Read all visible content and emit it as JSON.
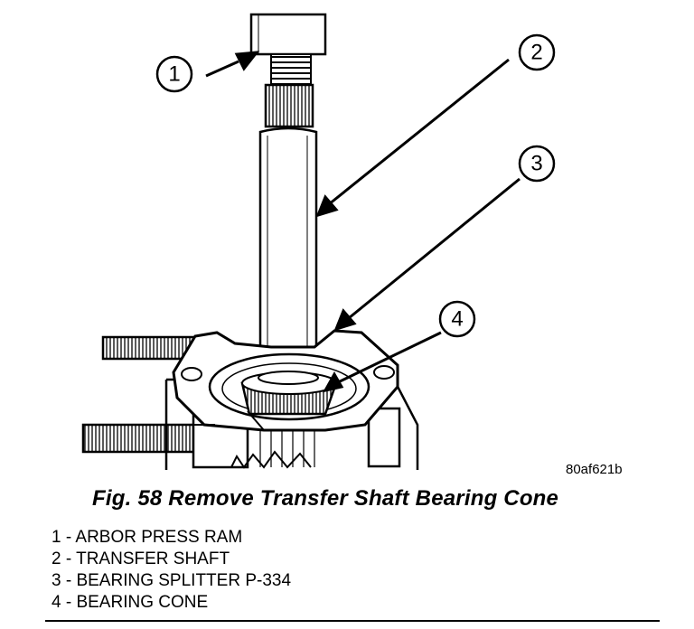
{
  "figure": {
    "caption": "Fig. 58 Remove Transfer Shaft Bearing Cone",
    "image_id": "80af621b"
  },
  "callouts": [
    {
      "number": "1"
    },
    {
      "number": "2"
    },
    {
      "number": "3"
    },
    {
      "number": "4"
    }
  ],
  "legend": [
    {
      "text": "1 - ARBOR PRESS RAM"
    },
    {
      "text": "2 - TRANSFER SHAFT"
    },
    {
      "text": "3 - BEARING SPLITTER P-334"
    },
    {
      "text": "4 - BEARING CONE"
    }
  ],
  "colors": {
    "ink": "#000000",
    "paper": "#ffffff",
    "shade": "#d9d9d9"
  }
}
